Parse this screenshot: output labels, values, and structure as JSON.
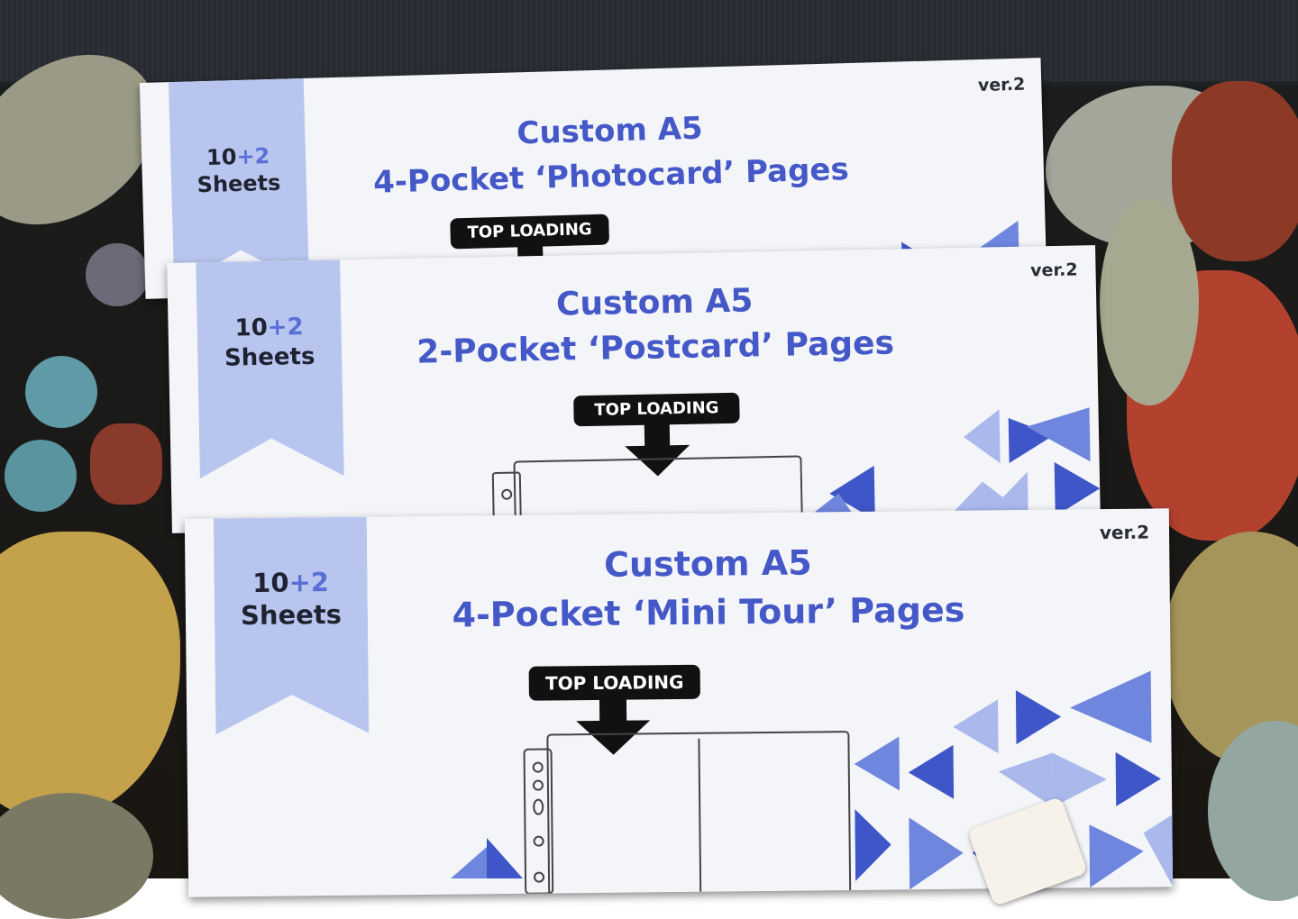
{
  "cards": [
    {
      "version": "ver.2",
      "count_main": "10",
      "count_plus": "+2",
      "count_unit": "Sheets",
      "title_line1": "Custom A5",
      "title_line2": "4-Pocket ‘Photocard’ Pages",
      "badge": "TOP LOADING"
    },
    {
      "version": "ver.2",
      "count_main": "10",
      "count_plus": "+2",
      "count_unit": "Sheets",
      "title_line1": "Custom A5",
      "title_line2": "2-Pocket ‘Postcard’ Pages",
      "badge": "TOP LOADING"
    },
    {
      "version": "ver.2",
      "count_main": "10",
      "count_plus": "+2",
      "count_unit": "Sheets",
      "title_line1": "Custom A5",
      "title_line2": "4-Pocket ‘Mini Tour’ Pages",
      "badge": "TOP LOADING"
    }
  ],
  "colors": {
    "card_background": "#f4f5f9",
    "ribbon": "#b8c6ef",
    "title_text": "#4458c8",
    "badge_background": "#111111",
    "triangle_dark": "#3f56c8",
    "triangle_mid": "#6f86de",
    "triangle_light": "#aab8ec",
    "fabric_dark": "#1a1612",
    "felt_gray": "#2b2f35"
  }
}
